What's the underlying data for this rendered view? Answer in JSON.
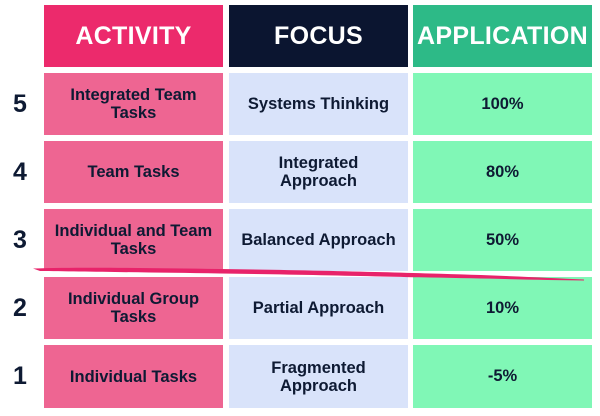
{
  "headers": {
    "activity": "ACTIVITY",
    "focus": "FOCUS",
    "application": "APPLICATION"
  },
  "rows": [
    {
      "level": "5",
      "activity": "Integrated Team Tasks",
      "focus": "Systems Thinking",
      "application": "100%"
    },
    {
      "level": "4",
      "activity": "Team Tasks",
      "focus": "Integrated Approach",
      "application": "80%"
    },
    {
      "level": "3",
      "activity": "Individual and Team Tasks",
      "focus": "Balanced Approach",
      "application": "50%"
    },
    {
      "level": "2",
      "activity": "Individual Group Tasks",
      "focus": "Partial Approach",
      "application": "10%"
    },
    {
      "level": "1",
      "activity": "Individual Tasks",
      "focus": "Fragmented Approach",
      "application": "-5%"
    }
  ],
  "colors": {
    "header_activity": "#ec2a6c",
    "header_focus": "#0b1530",
    "header_application": "#2dba87",
    "row_activity": "#ee6592",
    "row_focus": "#d9e3fa",
    "row_application": "#80f7b6",
    "text": "#0e1a33",
    "divider_stroke": "#e8236a"
  }
}
